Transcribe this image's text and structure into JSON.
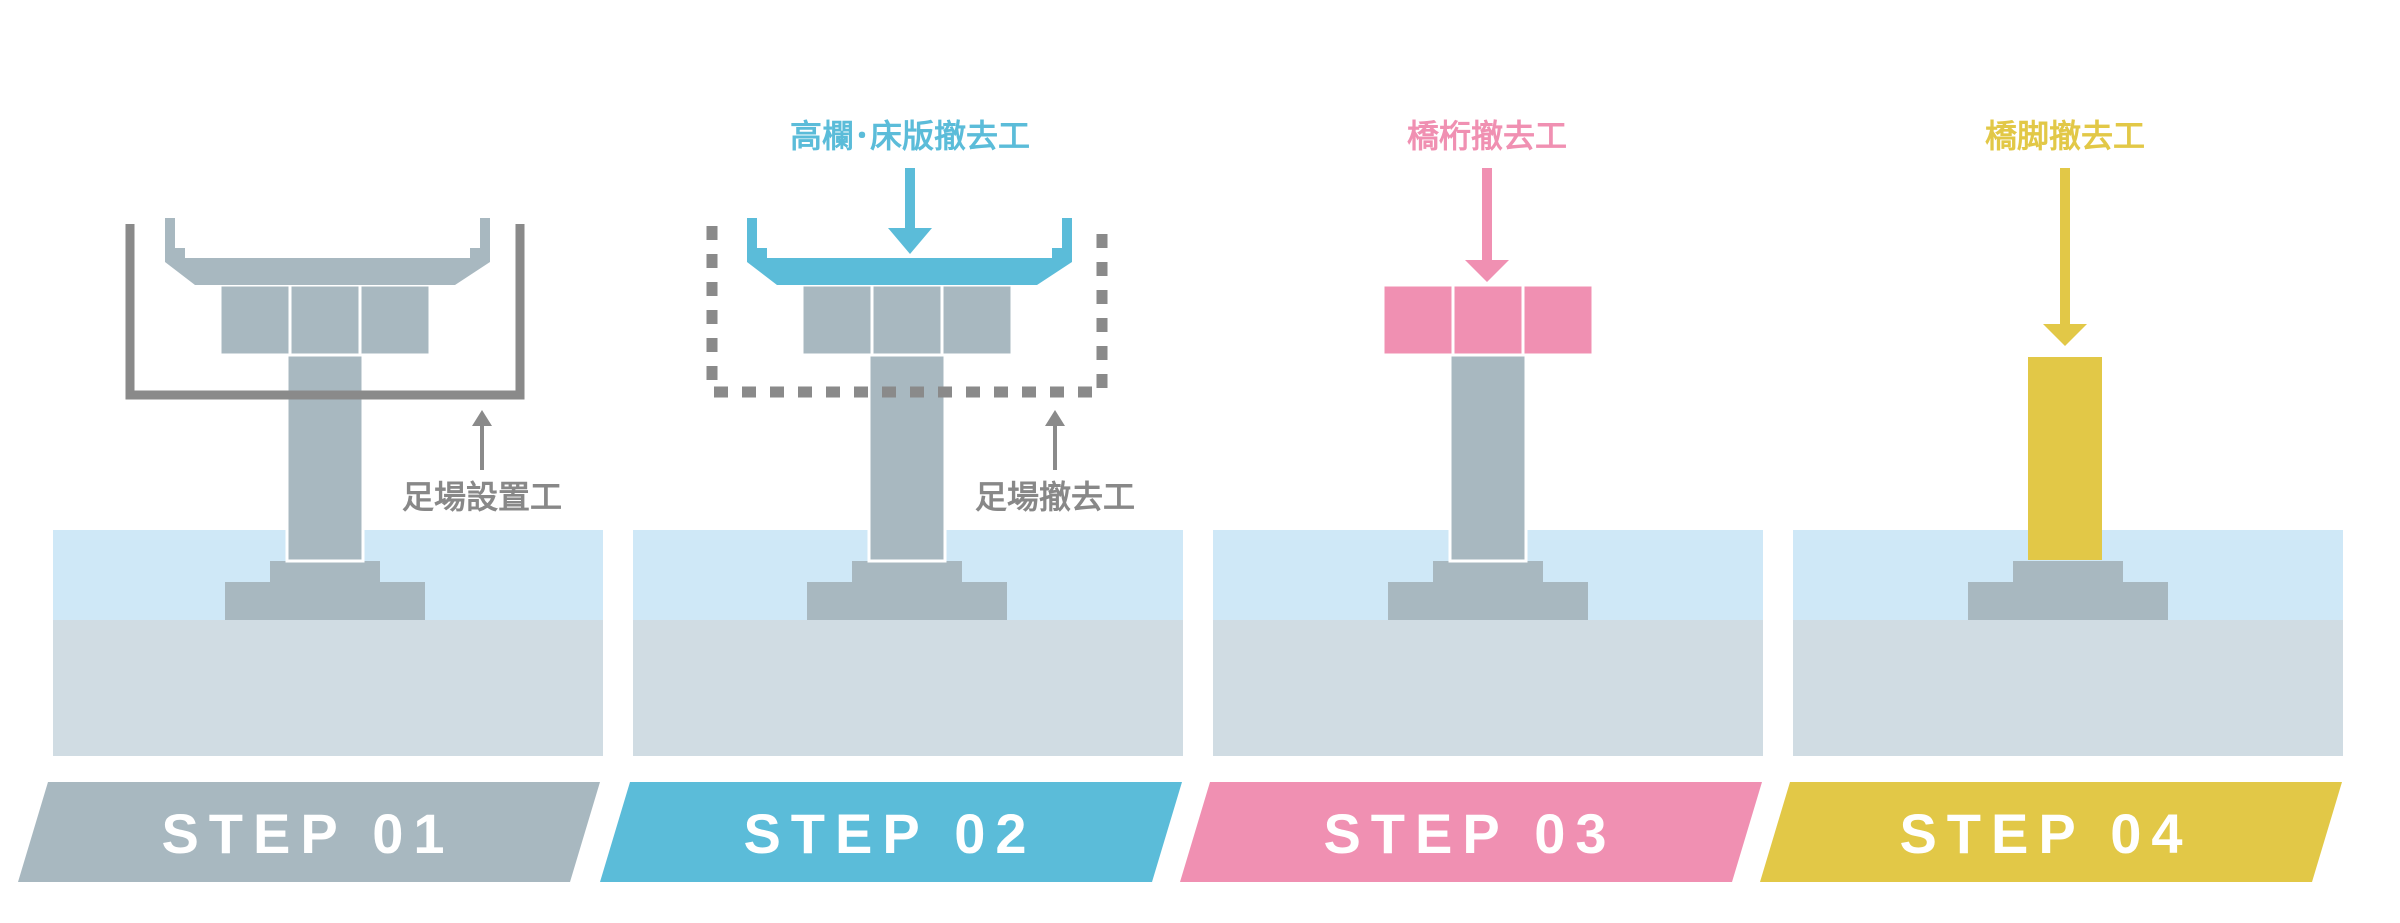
{
  "colors": {
    "gray": "#a8b8c0",
    "blue": "#5bbcd9",
    "pink": "#f090b2",
    "yellow": "#e2c847",
    "water": "#cfe8f7",
    "ground": "#d0dce3",
    "scaffold": "#8a8a8a",
    "label_gray": "#888888"
  },
  "steps": [
    {
      "label": "STEP 01",
      "scaffold_label": "足場設置工",
      "scaffold": "solid"
    },
    {
      "label": "STEP 02",
      "top_label": "高欄･床版撤去工",
      "scaffold_label": "足場撤去工",
      "scaffold": "dashed"
    },
    {
      "label": "STEP 03",
      "top_label": "橋桁撤去工"
    },
    {
      "label": "STEP 04",
      "top_label": "橋脚撤去工"
    }
  ]
}
